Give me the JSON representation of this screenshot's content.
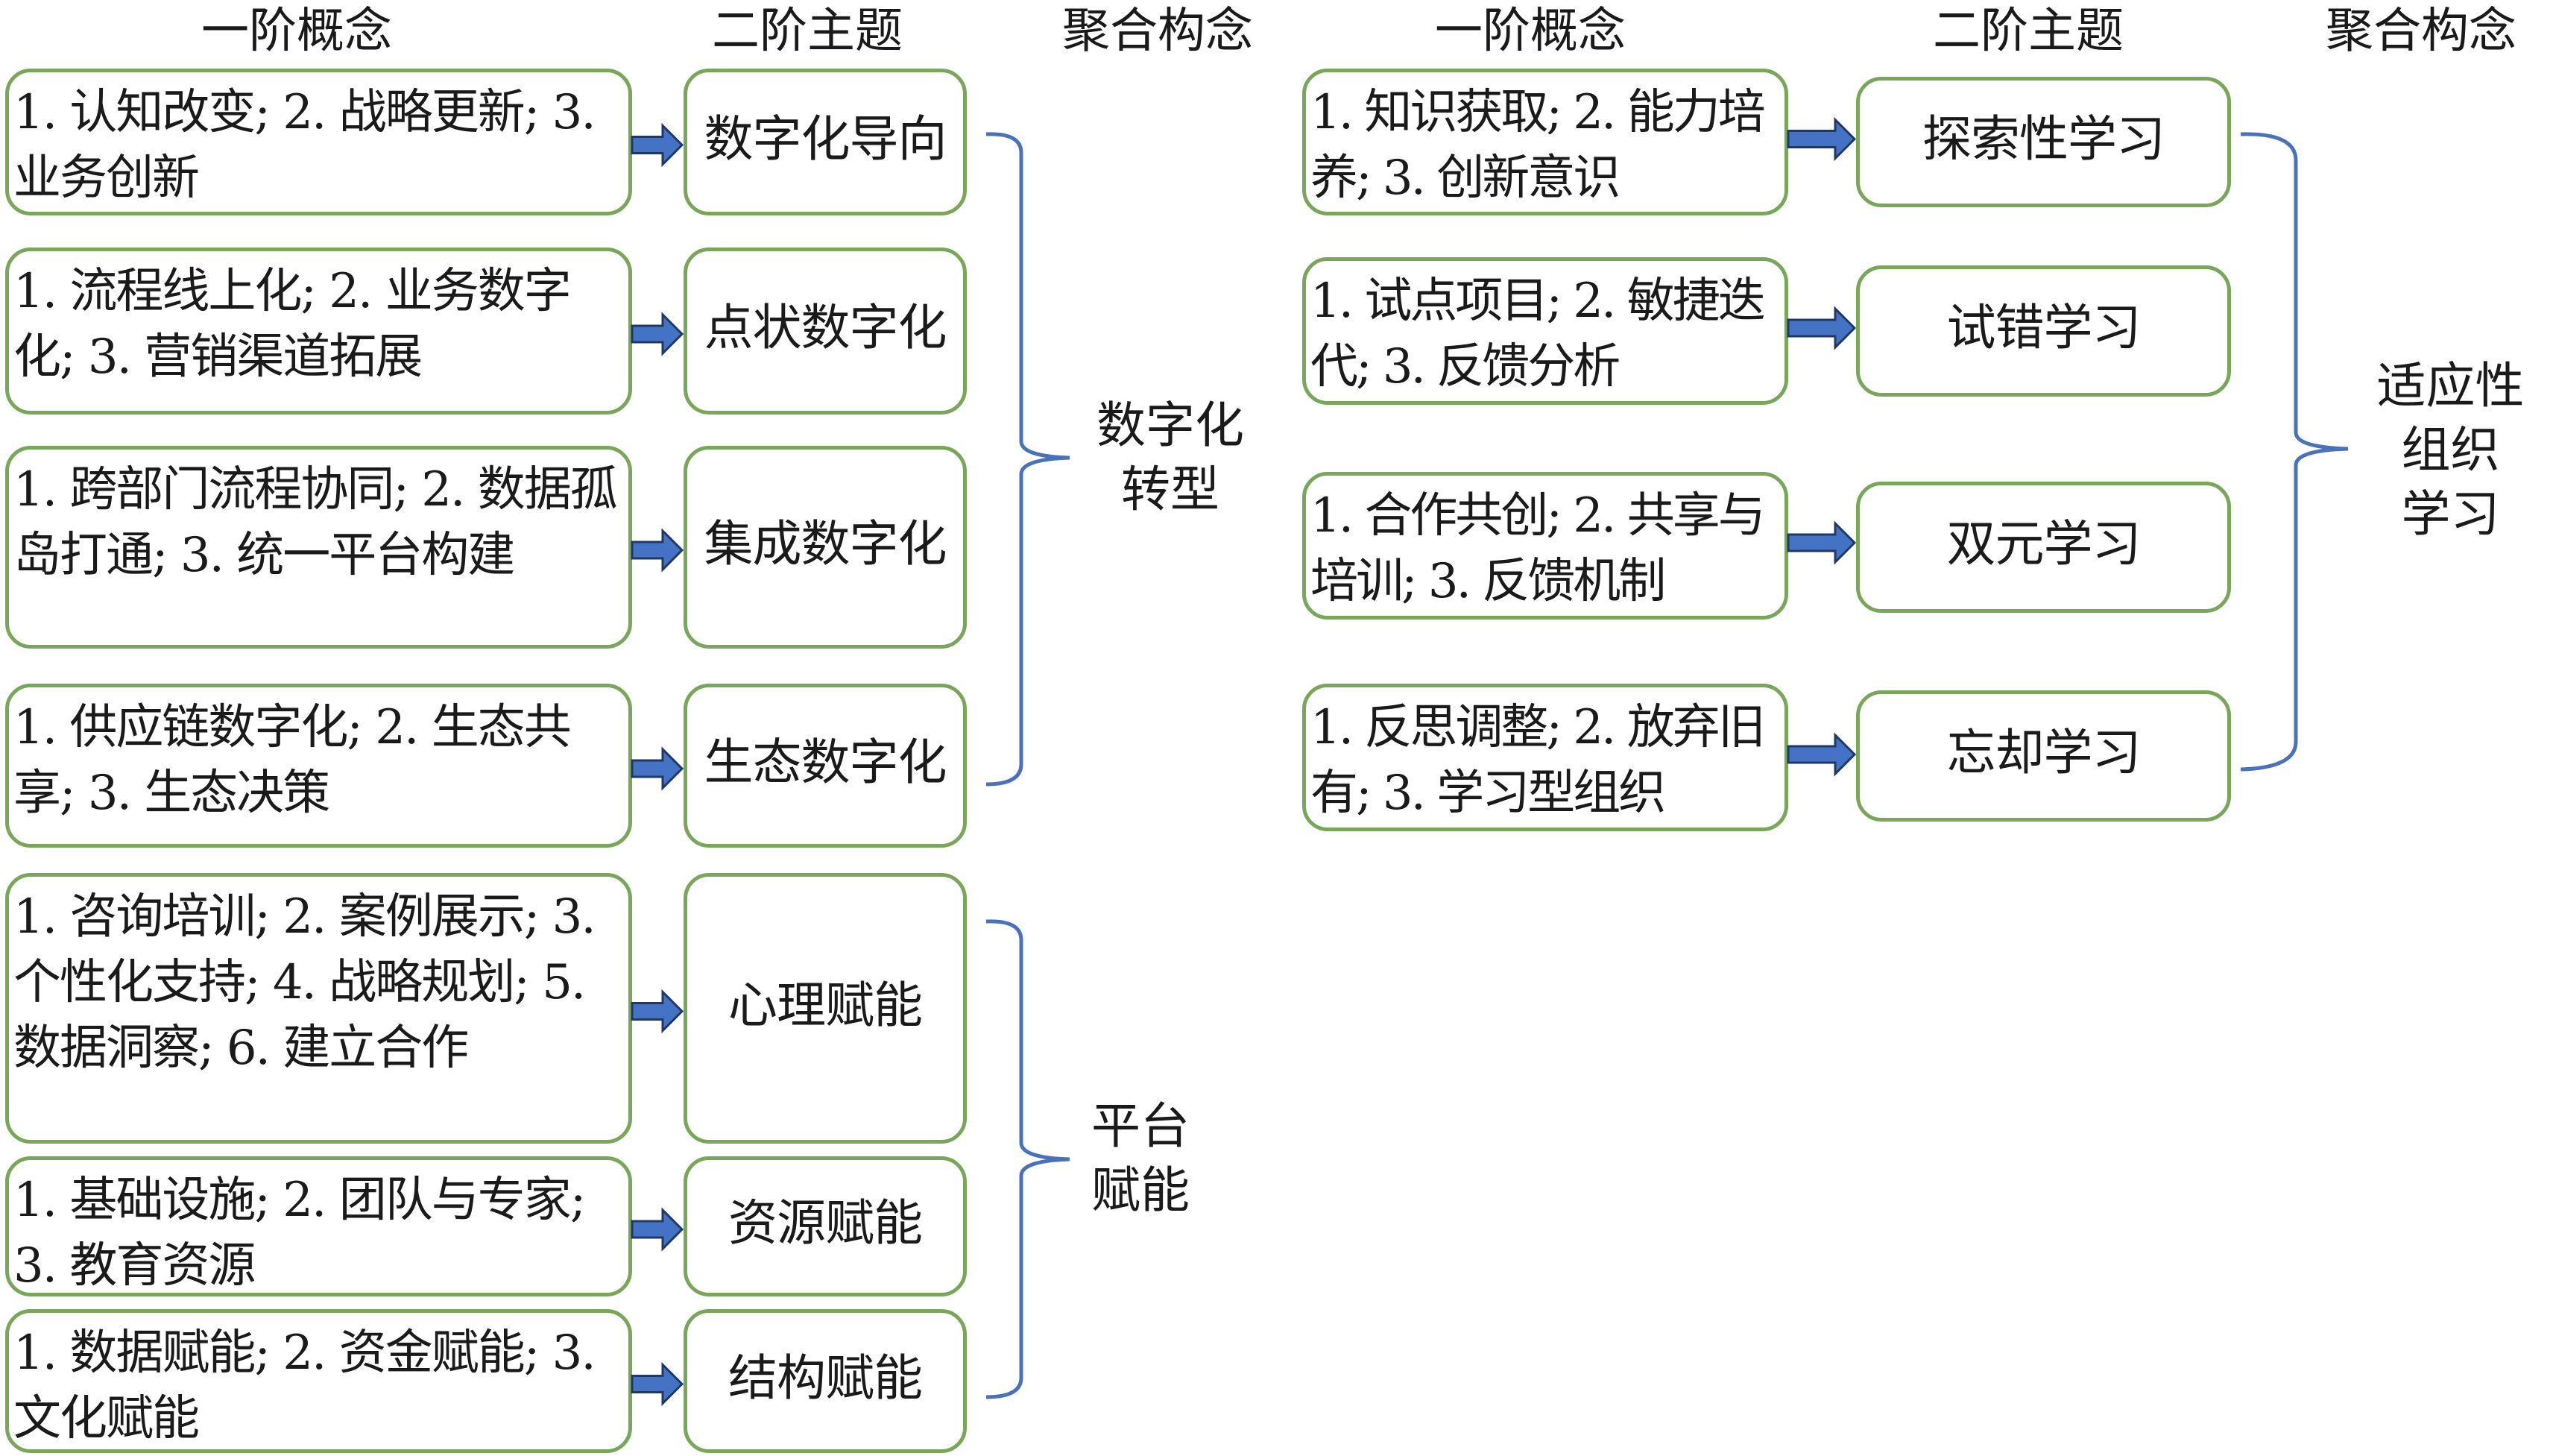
{
  "headers": {
    "left": {
      "first_order": "一阶概念",
      "second_order": "二阶主题",
      "aggregate": "聚合构念"
    },
    "right": {
      "first_order": "一阶概念",
      "second_order": "二阶主题",
      "aggregate": "聚合构念"
    }
  },
  "left_groups": [
    {
      "aggregate": "数字化\n转型",
      "rows": [
        {
          "concepts": "1. 认知改变; 2. 战略更新; 3. 业务创新",
          "theme": "数字化导向"
        },
        {
          "concepts": "1. 流程线上化; 2. 业务数字化; 3. 营销渠道拓展",
          "theme": "点状数字化"
        },
        {
          "concepts": "1. 跨部门流程协同; 2. 数据孤岛打通; 3. 统一平台构建",
          "theme": "集成数字化"
        },
        {
          "concepts": "1. 供应链数字化; 2. 生态共享; 3. 生态决策",
          "theme": "生态数字化"
        }
      ]
    },
    {
      "aggregate": "平台\n赋能",
      "rows": [
        {
          "concepts": "1. 咨询培训; 2. 案例展示; 3. 个性化支持; 4. 战略规划; 5. 数据洞察; 6. 建立合作",
          "theme": "心理赋能"
        },
        {
          "concepts": "1. 基础设施; 2. 团队与专家; 3. 教育资源",
          "theme": "资源赋能"
        },
        {
          "concepts": "1. 数据赋能; 2. 资金赋能; 3. 文化赋能",
          "theme": "结构赋能"
        }
      ]
    }
  ],
  "right_groups": [
    {
      "aggregate": "适应性\n组织\n学习",
      "rows": [
        {
          "concepts": "1. 知识获取; 2. 能力培养; 3. 创新意识",
          "theme": "探索性学习"
        },
        {
          "concepts": "1. 试点项目; 2. 敏捷迭代; 3. 反馈分析",
          "theme": "试错学习"
        },
        {
          "concepts": "1. 合作共创; 2. 共享与培训; 3. 反馈机制",
          "theme": "双元学习"
        },
        {
          "concepts": "1. 反思调整; 2. 放弃旧有; 3. 学习型组织",
          "theme": "忘却学习"
        }
      ]
    }
  ],
  "colors": {
    "box_border": "#78a75a",
    "arrow_fill": "#4472c4",
    "arrow_outline": "#1f3864",
    "brace": "#4a72b8",
    "text": "#1a1a1a"
  }
}
